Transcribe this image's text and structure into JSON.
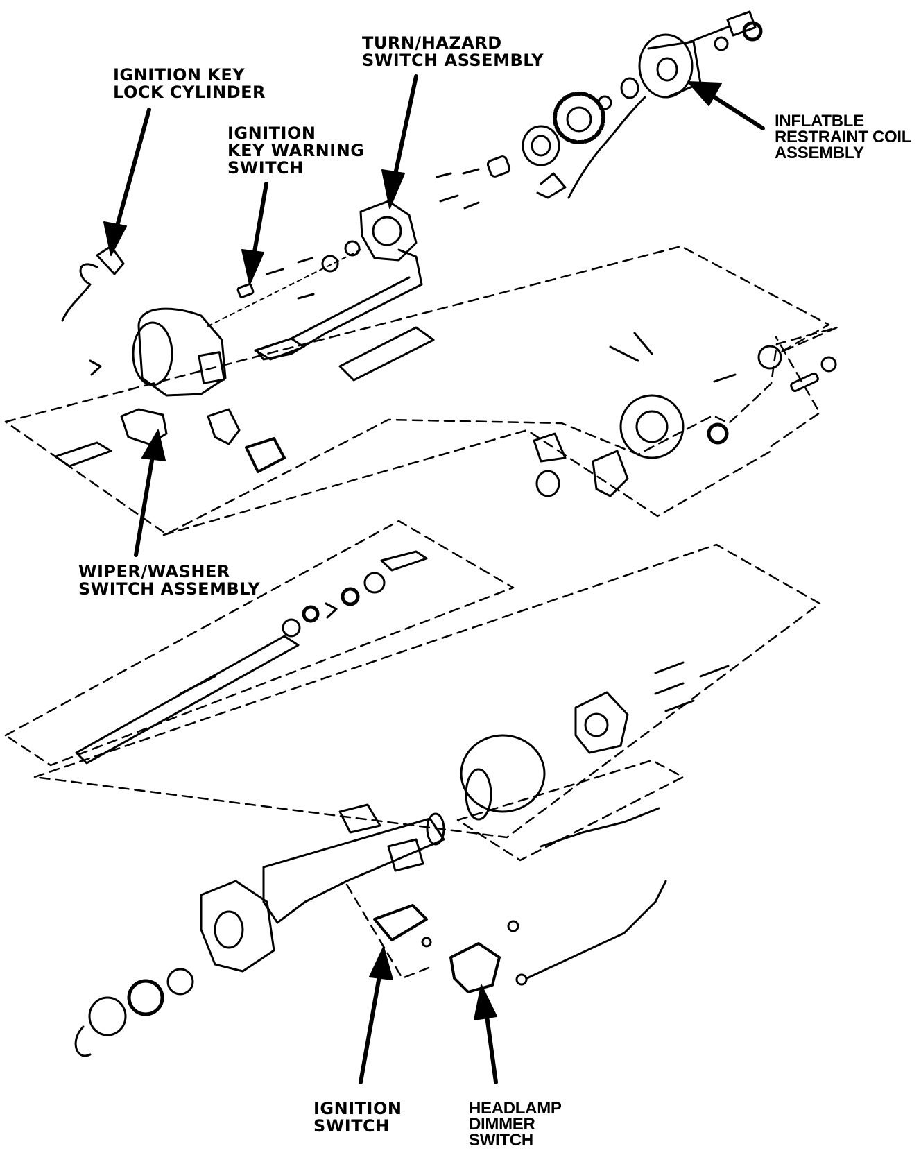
{
  "colors": {
    "ink": "#000000",
    "paper": "#ffffff"
  },
  "callouts": [
    {
      "id": "ignition-key-lock-cylinder",
      "lines": [
        "IGNITION KEY",
        "LOCK CYLINDER"
      ]
    },
    {
      "id": "ignition-key-warning-switch",
      "lines": [
        "IGNITION",
        "KEY WARNING",
        "SWITCH"
      ]
    },
    {
      "id": "turn-hazard-switch-assembly",
      "lines": [
        "TURN/HAZARD",
        "SWITCH ASSEMBLY"
      ]
    },
    {
      "id": "inflatable-restraint-coil-assembly",
      "lines": [
        "INFLATBLE",
        "RESTRAINT COIL",
        "ASSEMBLY"
      ]
    },
    {
      "id": "wiper-washer-switch-assembly",
      "lines": [
        "WIPER/WASHER",
        "SWITCH ASSEMBLY"
      ]
    },
    {
      "id": "ignition-switch",
      "lines": [
        "IGNITION",
        "SWITCH"
      ]
    },
    {
      "id": "headlamp-dimmer-switch",
      "lines": [
        "HEADLAMP",
        "DIMMER",
        "SWITCH"
      ]
    }
  ]
}
